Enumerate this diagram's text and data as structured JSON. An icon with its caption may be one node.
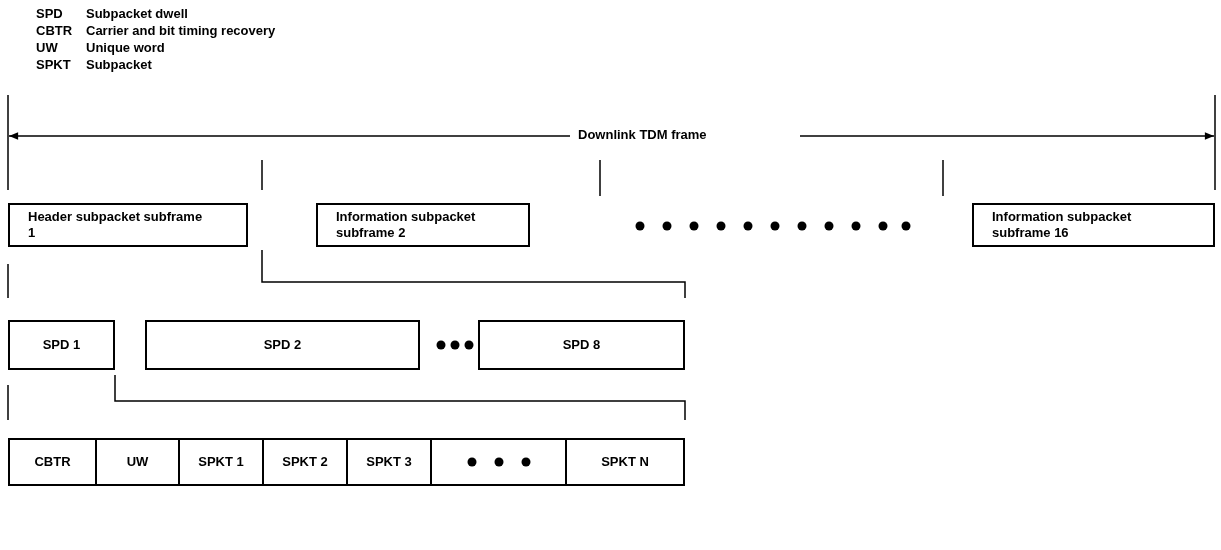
{
  "diagram": {
    "nodes": [
      {
        "text": [
          "Header subpacket subframe 1"
        ]
      },
      {
        "text": [
          "Information subpacket subframe 2"
        ]
      },
      {
        "text": [
          "Information subpacket subframe 16"
        ]
      },
      {
        "text": [
          "SPD 1"
        ]
      },
      {
        "text": [
          "SPD 2"
        ]
      },
      {
        "text": [
          "SPD 8"
        ]
      },
      {
        "text": [
          "CBTR"
        ]
      },
      {
        "text": [
          "UW"
        ]
      },
      {
        "text": [
          "SPKT 1"
        ]
      },
      {
        "text": [
          "SPKT 2"
        ]
      },
      {
        "text": [
          "SPKT 3"
        ]
      },
      {
        "text": [],
        "shape": "box"
      },
      {
        "text": [
          "SPKT N"
        ]
      }
    ],
    "labels": [
      "SPD",
      "Subpacket dwell",
      "CBTR",
      "Carrier and bit timing recovery",
      "UW",
      "Unique word",
      "SPKT",
      "Subpacket",
      "Downlink TDM frame"
    ]
  }
}
